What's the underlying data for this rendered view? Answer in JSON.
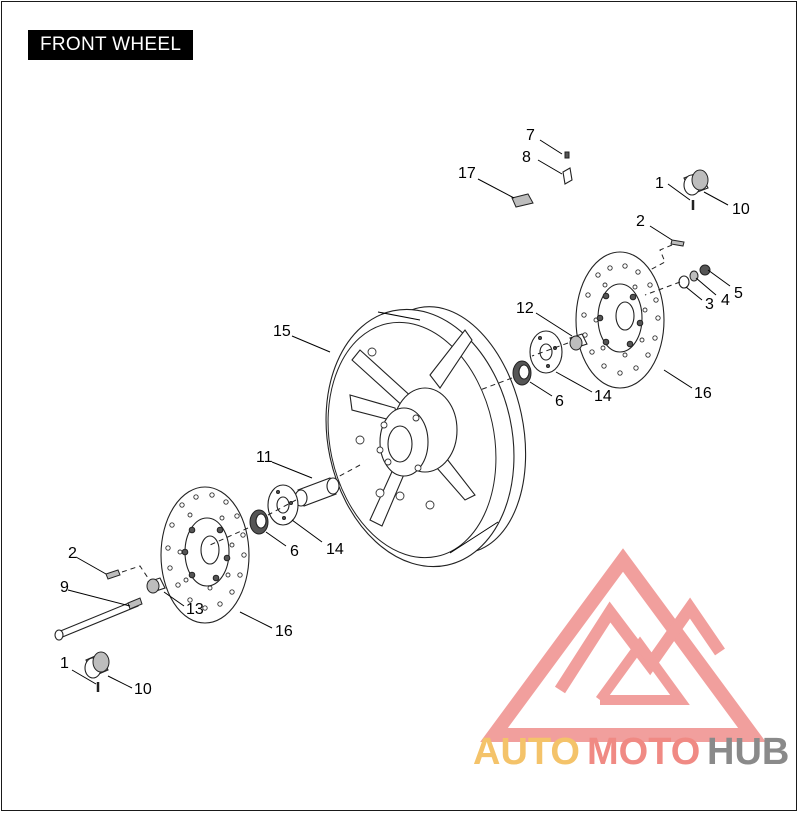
{
  "title": "FRONT WHEEL",
  "callouts": {
    "c1a": "1",
    "c10a": "10",
    "c7": "7",
    "c8": "8",
    "c17": "17",
    "c2a": "2",
    "c5": "5",
    "c3": "3",
    "c4": "4",
    "c12": "12",
    "c15": "15",
    "c6a": "6",
    "c14a": "14",
    "c16a": "16",
    "c11": "11",
    "c6b": "6",
    "c14b": "14",
    "c2b": "2",
    "c9": "9",
    "c13": "13",
    "c16b": "16",
    "c1b": "1",
    "c10b": "10"
  },
  "watermark": {
    "part1": "AUTO",
    "part2": "MOTO",
    "part3": "HUB",
    "colors": {
      "auto": "#f4c36a",
      "moto": "#f08a84",
      "hub": "#8a8a8a",
      "logo": "#ef8f8c"
    }
  }
}
